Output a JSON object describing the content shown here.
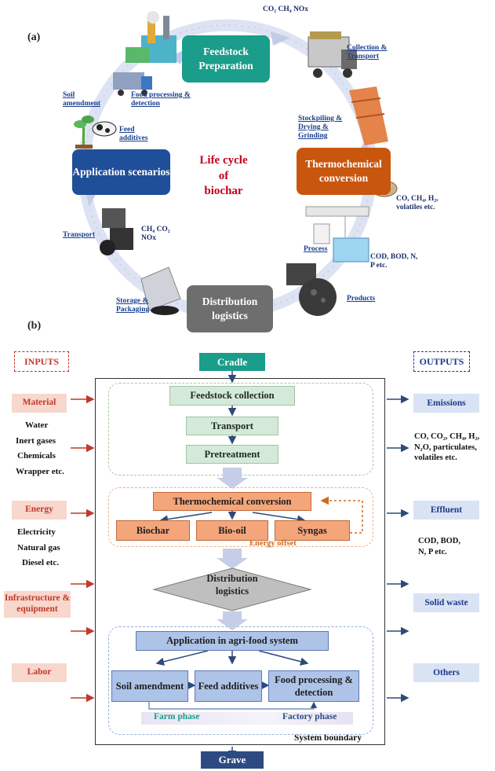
{
  "panel_a": {
    "label": "(a)",
    "center_text": [
      "Life cycle",
      "of",
      "biochar"
    ],
    "stages": {
      "feedstock": "Feedstock Preparation",
      "thermo": "Thermochemical conversion",
      "distribution": "Distribution logistics",
      "application": "Application scenarios"
    },
    "annotations": {
      "collection": "Collection & Transport",
      "stockpiling": "Stockpiling & Drying & Grinding",
      "process": "Process",
      "products": "Products",
      "storage": "Storage & Packaging",
      "transport": "Transport",
      "soil": "Soil amendment",
      "feed": "Feed additives",
      "food": "Food processing & detection"
    },
    "emissions": {
      "top": "CO₂ CH₄ NOx",
      "co_gases": "CO, CH₄, H₂, volatiles etc.",
      "cod": "COD, BOD, N, P etc.",
      "left": "CH₄ CO₂ NOx"
    },
    "colors": {
      "feedstock": "#1a9d8a",
      "thermo": "#c8560f",
      "distribution": "#6e6e6e",
      "application": "#1f4f99"
    }
  },
  "panel_b": {
    "label": "(b)",
    "inputs_header": "INPUTS",
    "outputs_header": "OUTPUTS",
    "cradle": "Cradle",
    "grave": "Grave",
    "system_boundary": "System boundary",
    "feedstock_collection": "Feedstock collection",
    "transport": "Transport",
    "pretreatment": "Pretreatment",
    "thermochemical": "Thermochemical  conversion",
    "biochar": "Biochar",
    "biooil": "Bio-oil",
    "syngas": "Syngas",
    "energy_offset": "Energy offset",
    "distribution": "Distribution logistics",
    "application": "Application in agri-food system",
    "soil": "Soil amendment",
    "feed": "Feed additives",
    "food": "Food processing & detection",
    "farm_phase": "Farm phase",
    "factory_phase": "Factory phase",
    "inputs": {
      "material": "Material",
      "material_items": [
        "Water",
        "Inert gases",
        "Chemicals",
        "Wrapper etc."
      ],
      "energy": "Energy",
      "energy_items": [
        "Electricity",
        "Natural gas",
        "Diesel etc."
      ],
      "infra": "Infrastructure & equipment",
      "labor": "Labor"
    },
    "outputs": {
      "emissions": "Emissions",
      "emissions_items": [
        "CO, CO₂, CH₄, H₂,",
        "N₂O, particulates,",
        "volatiles etc."
      ],
      "effluent": "Effluent",
      "effluent_items": [
        "COD, BOD,",
        "N, P etc."
      ],
      "solid": "Solid waste",
      "others": "Others"
    }
  }
}
